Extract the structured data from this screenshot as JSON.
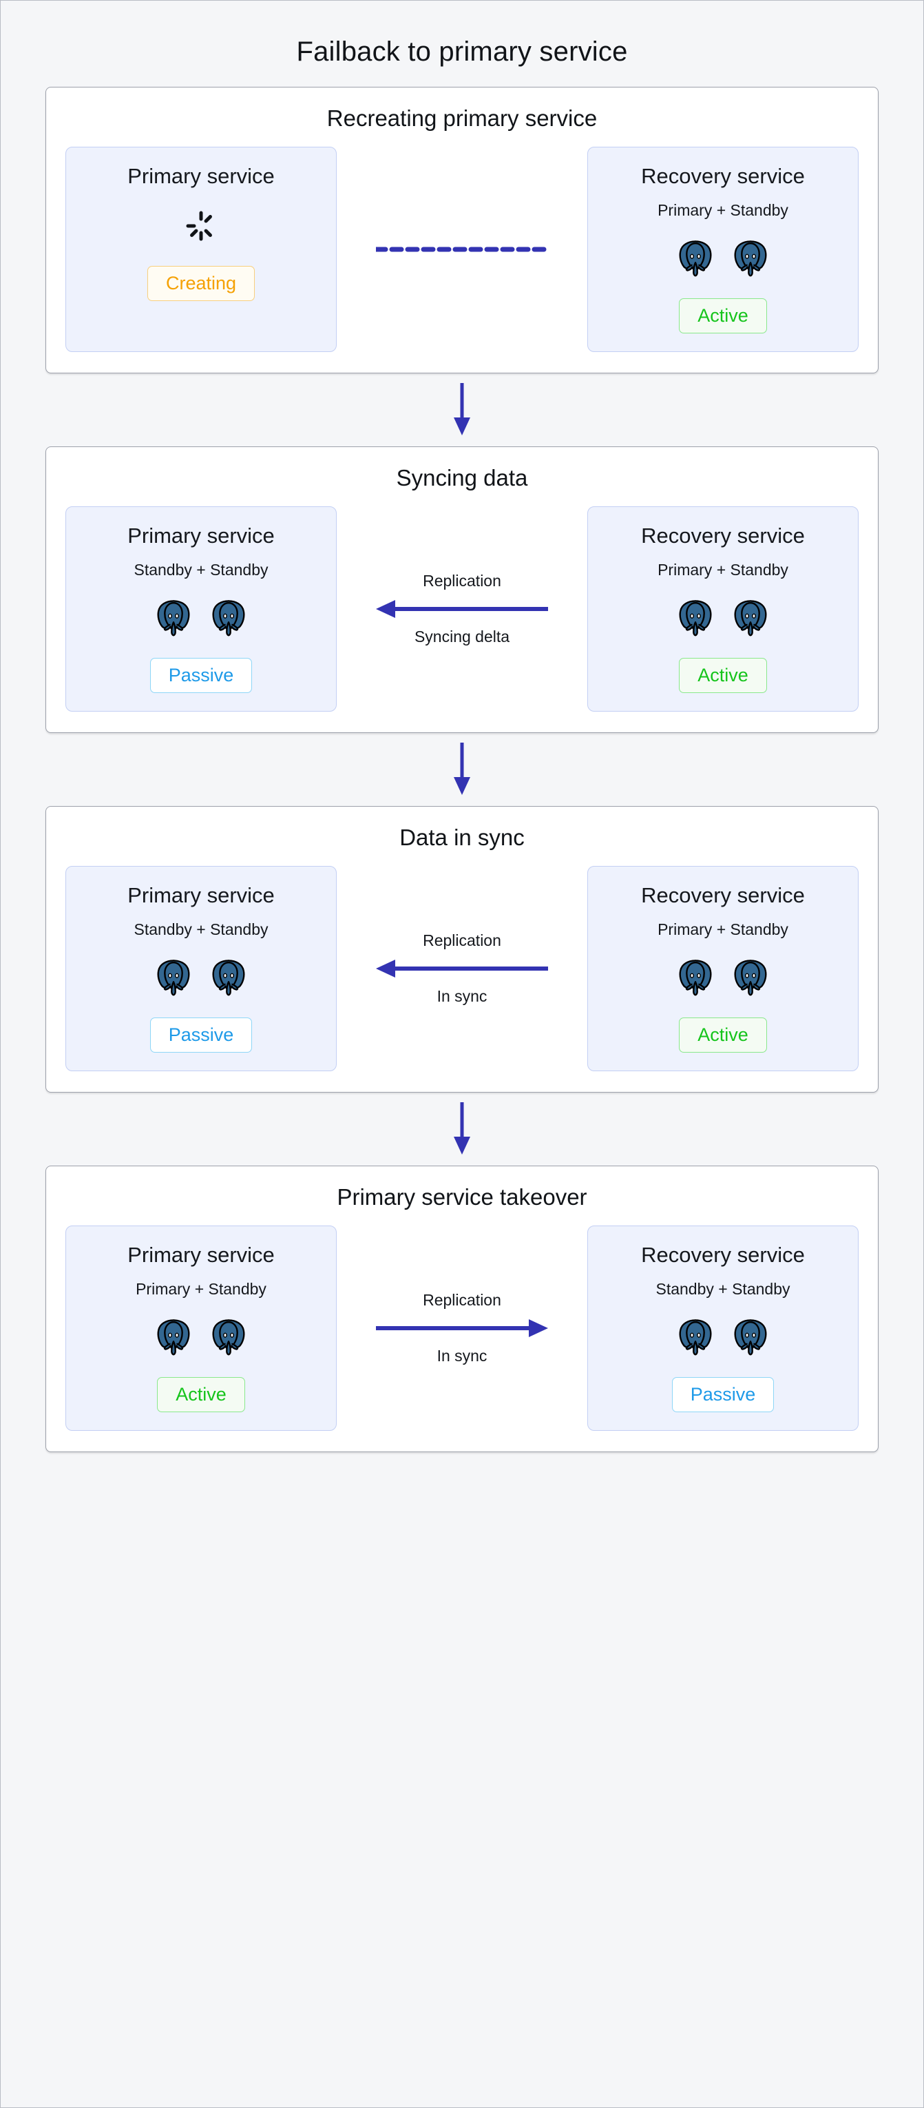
{
  "title": "Failback to primary service",
  "colors": {
    "page_background": "#f5f6f8",
    "panel_background": "#ffffff",
    "panel_border": "#9da1ab",
    "card_background": "#eef2fd",
    "card_border": "#c3cff4",
    "arrow_blue": "#3333b2",
    "active_green": "#16c41c",
    "passive_blue": "#1e9ae8",
    "creating_orange": "#f5a104",
    "postgres_blue": "#336791"
  },
  "icons": {
    "postgres": "postgres-elephant-icon",
    "spinner": "loading-spinner-icon",
    "step_arrow": "arrow-down-icon"
  },
  "stages": [
    {
      "title": "Recreating primary service",
      "left": {
        "name": "Primary service",
        "subtitle": "",
        "has_spinner": true,
        "nodes": 0,
        "badge": "Creating",
        "badge_kind": "creating"
      },
      "connector": {
        "kind": "dashed",
        "direction": "none",
        "label_top": "",
        "label_bottom": ""
      },
      "right": {
        "name": "Recovery service",
        "subtitle": "Primary + Standby",
        "has_spinner": false,
        "nodes": 2,
        "badge": "Active",
        "badge_kind": "active"
      }
    },
    {
      "title": "Syncing data",
      "left": {
        "name": "Primary service",
        "subtitle": "Standby + Standby",
        "has_spinner": false,
        "nodes": 2,
        "badge": "Passive",
        "badge_kind": "passive"
      },
      "connector": {
        "kind": "solid",
        "direction": "left",
        "label_top": "Replication",
        "label_bottom": "Syncing delta"
      },
      "right": {
        "name": "Recovery service",
        "subtitle": "Primary + Standby",
        "has_spinner": false,
        "nodes": 2,
        "badge": "Active",
        "badge_kind": "active"
      }
    },
    {
      "title": "Data in sync",
      "left": {
        "name": "Primary service",
        "subtitle": "Standby + Standby",
        "has_spinner": false,
        "nodes": 2,
        "badge": "Passive",
        "badge_kind": "passive"
      },
      "connector": {
        "kind": "solid",
        "direction": "left",
        "label_top": "Replication",
        "label_bottom": "In sync"
      },
      "right": {
        "name": "Recovery service",
        "subtitle": "Primary + Standby",
        "has_spinner": false,
        "nodes": 2,
        "badge": "Active",
        "badge_kind": "active"
      }
    },
    {
      "title": "Primary service takeover",
      "left": {
        "name": "Primary service",
        "subtitle": "Primary + Standby",
        "has_spinner": false,
        "nodes": 2,
        "badge": "Active",
        "badge_kind": "active"
      },
      "connector": {
        "kind": "solid",
        "direction": "right",
        "label_top": "Replication",
        "label_bottom": "In sync"
      },
      "right": {
        "name": "Recovery service",
        "subtitle": "Standby + Standby",
        "has_spinner": false,
        "nodes": 2,
        "badge": "Passive",
        "badge_kind": "passive"
      }
    }
  ]
}
